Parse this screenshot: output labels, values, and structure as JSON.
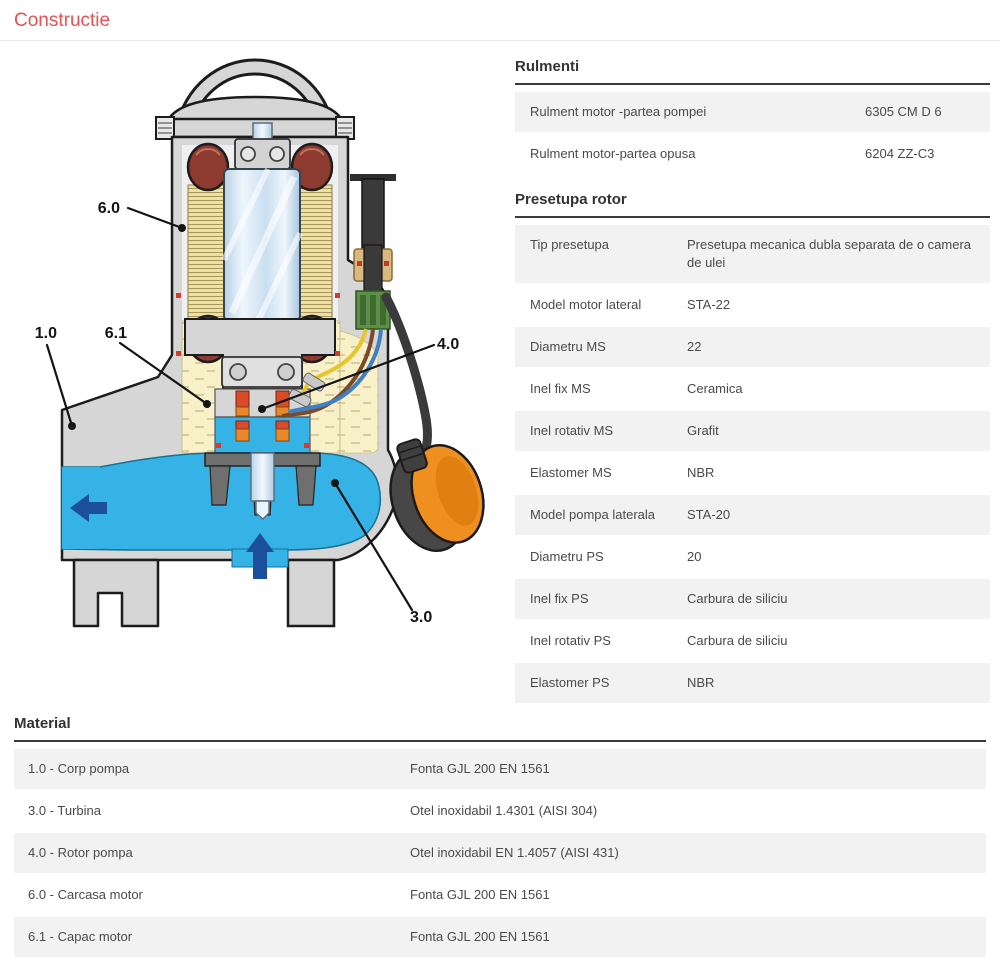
{
  "page": {
    "title": "Constructie"
  },
  "diagram": {
    "labels": [
      {
        "text": "6.0"
      },
      {
        "text": "1.0"
      },
      {
        "text": "6.1"
      },
      {
        "text": "4.0"
      },
      {
        "text": "3.0"
      }
    ]
  },
  "tables": {
    "rulmenti": {
      "title": "Rulmenti",
      "rows": [
        {
          "label": "Rulment motor -partea pompei",
          "value": "6305 CM D 6"
        },
        {
          "label": "Rulment motor-partea opusa",
          "value": "6204 ZZ-C3"
        }
      ]
    },
    "presetupa": {
      "title": "Presetupa rotor",
      "rows": [
        {
          "label": "Tip presetupa",
          "value": "Presetupa mecanica dubla separata de o camera de ulei"
        },
        {
          "label": "Model motor lateral",
          "value": "STA-22"
        },
        {
          "label": "Diametru MS",
          "value": "22"
        },
        {
          "label": "Inel fix MS",
          "value": "Ceramica"
        },
        {
          "label": "Inel rotativ MS",
          "value": "Grafit"
        },
        {
          "label": "Elastomer MS",
          "value": "NBR"
        },
        {
          "label": "Model pompa laterala",
          "value": "STA-20"
        },
        {
          "label": "Diametru PS",
          "value": "20"
        },
        {
          "label": "Inel fix PS",
          "value": "Carbura de siliciu"
        },
        {
          "label": "Inel rotativ PS",
          "value": "Carbura de siliciu"
        },
        {
          "label": "Elastomer PS",
          "value": "NBR"
        }
      ]
    },
    "material": {
      "title": "Material",
      "rows": [
        {
          "label": "1.0 - Corp pompa",
          "value": "Fonta GJL 200 EN 1561"
        },
        {
          "label": "3.0 - Turbina",
          "value": "Otel inoxidabil 1.4301 (AISI 304)"
        },
        {
          "label": "4.0 - Rotor pompa",
          "value": "Otel inoxidabil EN 1.4057 (AISI 431)"
        },
        {
          "label": "6.0 - Carcasa motor",
          "value": "Fonta GJL 200 EN 1561"
        },
        {
          "label": "6.1 - Capac motor",
          "value": "Fonta GJL 200 EN 1561"
        }
      ]
    }
  },
  "colors": {
    "accent_red": "#e25353",
    "water_blue": "#35b3e7",
    "arrow_blue": "#1c4f9b",
    "float_orange": "#ef8f1f",
    "oil_yellow": "#f7f0c8",
    "coil_red": "#8d3a31",
    "row_gray": "#f2f2f2"
  }
}
